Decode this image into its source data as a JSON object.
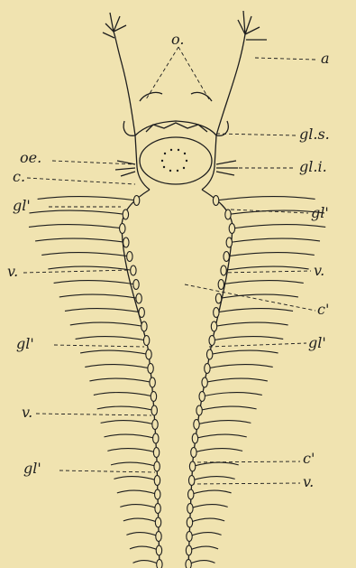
{
  "figure": {
    "background_color": "#f0e3b0",
    "ink_color": "#1e1e1e",
    "labels": {
      "o": "o.",
      "a": "a",
      "gls": "gl.s.",
      "oe": "oe.",
      "gli": "gl.i.",
      "c": "c.",
      "gl1_left": "gl'",
      "gl1_right": "gl'",
      "v1_left": "v.",
      "v1_right": "v.",
      "c_prime_1": "c'",
      "gl2_left": "gl'",
      "gl2_right": "gl'",
      "v2_left": "v.",
      "gl3_left": "gl'",
      "c_prime_2": "c'",
      "v3_right": "v."
    }
  }
}
